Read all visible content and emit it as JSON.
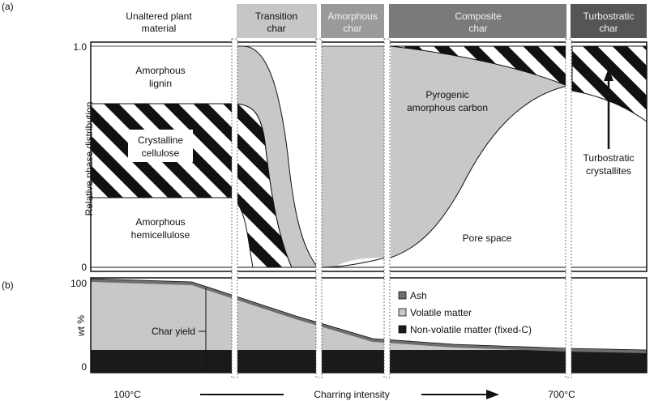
{
  "panel_labels": {
    "a": "(a)",
    "b": "(b)"
  },
  "stage_headers": [
    {
      "line1": "Unaltered plant",
      "line2": "material",
      "style": "plain"
    },
    {
      "line1": "Transition",
      "line2": "char",
      "style": "light"
    },
    {
      "line1": "Amorphous",
      "line2": "char",
      "style": "mid"
    },
    {
      "line1": "Composite",
      "line2": "char",
      "style": "dark"
    },
    {
      "line1": "Turbostratic",
      "line2": "char",
      "style": "darkest"
    }
  ],
  "panel_a": {
    "y_axis_label": "Relative phase distribution",
    "y_ticks": [
      "1.0",
      "0"
    ],
    "phases": {
      "lignin": {
        "line1": "Amorphous",
        "line2": "lignin"
      },
      "cellulose": {
        "line1": "Crystalline",
        "line2": "cellulose"
      },
      "hemicellulose": {
        "line1": "Amorphous",
        "line2": "hemicellulose"
      },
      "pyrogenic": {
        "line1": "Pyrogenic",
        "line2": "amorphous carbon"
      },
      "pore": "Pore space",
      "turbostratic": {
        "line1": "Turbostratic",
        "line2": "crystallites"
      }
    }
  },
  "panel_b": {
    "y_axis_label": "wt %",
    "y_ticks": [
      "100",
      "0"
    ],
    "char_yield_label": "Char yield",
    "legend": [
      {
        "label": "Ash",
        "color": "#6e6e6e"
      },
      {
        "label": "Volatile matter",
        "color": "#c8c8c8"
      },
      {
        "label": "Non-volatile matter (fixed-C)",
        "color": "#1a1a1a"
      }
    ]
  },
  "x_axis": {
    "start_label": "100°C",
    "end_label": "700°C",
    "caption": "Charring intensity"
  },
  "colors": {
    "header_light": "#c6c6c6",
    "header_mid": "#9a9a9a",
    "header_dark": "#7a7a7a",
    "header_darkest": "#555555",
    "pyrogenic_fill": "#c8c8c8",
    "volatile_fill": "#c8c8c8",
    "fixed_carbon_fill": "#1a1a1a",
    "ash_line": "#6e6e6e"
  }
}
